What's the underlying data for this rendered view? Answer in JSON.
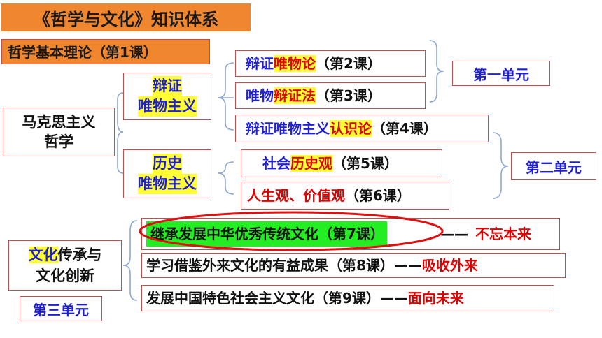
{
  "title": "《哲学与文化》知识体系",
  "basic_theory": "哲学基本理论（第1课）",
  "marxism": {
    "line1": "马克思主义",
    "line2": "哲学"
  },
  "dialectical": {
    "line1": "辩证",
    "line2": "唯物主义"
  },
  "historical": {
    "line1": "历史",
    "line2": "唯物主义"
  },
  "lesson2": {
    "a": "辩证",
    "b": "唯物论",
    "c": "（第2课）"
  },
  "lesson3": {
    "a": "唯物",
    "b": "辩证法",
    "c": "（第3课）"
  },
  "lesson4": {
    "a": "辩证唯物主义",
    "b": "认识论",
    "c": "（第4课）"
  },
  "lesson5": {
    "a": "社会",
    "b": "历史观",
    "c": "（第5课）"
  },
  "lesson6": {
    "a": "人生观、价值观",
    "c": "（第6课）"
  },
  "unit1": "第一单元",
  "unit2": "第二单元",
  "unit3": "第三单元",
  "culture": {
    "a": "文化",
    "b": "传承与",
    "line2": "文化创新"
  },
  "lesson7": {
    "text": "继承发展中华优秀传统文化（第7课）",
    "dash": "——",
    "tag": "不忘本来"
  },
  "lesson8": {
    "text": "学习借鉴外来文化的有益成果（第8课）——",
    "tag": "吸收外来"
  },
  "lesson9": {
    "text": "发展中国特色社会主义文化（第9课）——",
    "tag": "面向未来"
  }
}
